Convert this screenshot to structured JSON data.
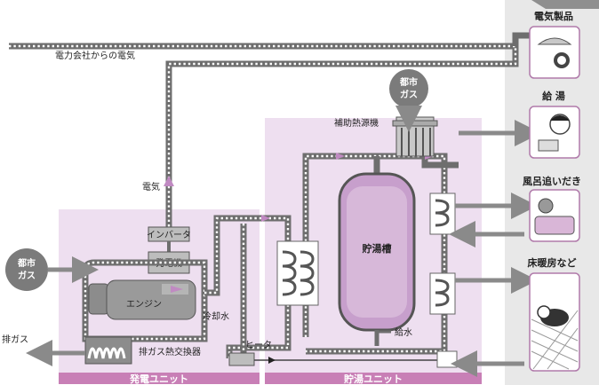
{
  "labels": {
    "power_company": "電力会社からの電気",
    "electricity": "電気",
    "inverter": "インバータ",
    "generator": "発電機",
    "engine": "エンジン",
    "coolant": "冷却水",
    "exhaust_hx": "排ガス熱交換器",
    "exhaust": "排ガス",
    "heater": "ヒータ",
    "gen_unit": "発電ユニット",
    "storage_unit": "貯湯ユニット",
    "aux_heat": "補助熱源機",
    "tank": "貯湯槽",
    "water_supply": "給水"
  },
  "gas_left": [
    "都市",
    "ガス"
  ],
  "gas_top": [
    "都市",
    "ガス"
  ],
  "outputs": {
    "appliances": "電気製品",
    "hot_water": "給 湯",
    "bath_reheat": "風呂追いだき",
    "floor_heating": "床暖房など"
  },
  "colors": {
    "pink_panel": "#eedff0",
    "pink_band": "#c87fb6",
    "pipe": "#6e6e6e",
    "arrow": "#c08ac2",
    "gray_panel": "#e8e8e8",
    "dark_circle": "#7b7b7b"
  }
}
